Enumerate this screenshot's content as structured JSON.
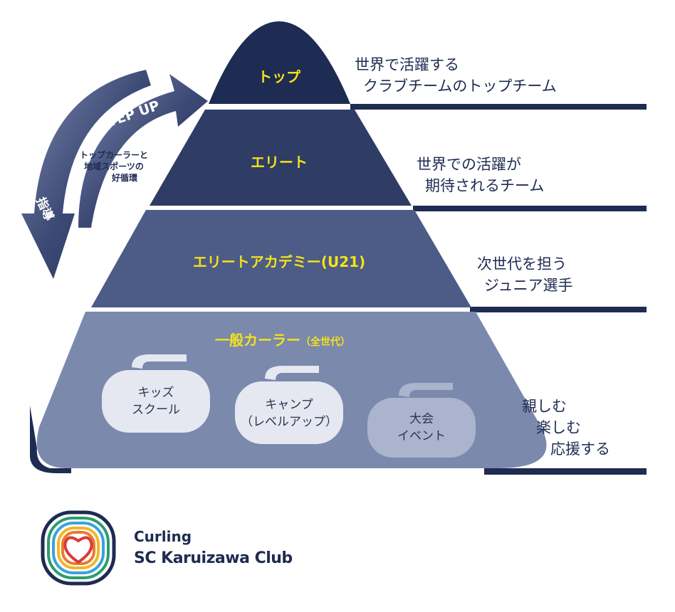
{
  "tiers": [
    {
      "label": "トップ",
      "desc": [
        "世界で活躍する",
        "クラブチームのトップチーム"
      ]
    },
    {
      "label": "エリート",
      "desc": [
        "世界での活躍が",
        "期待されるチーム"
      ]
    },
    {
      "label": "エリートアカデミー(U21)",
      "desc": [
        "次世代を担う",
        "ジュニア選手"
      ]
    },
    {
      "label": "一般カーラー",
      "label_suffix": "（全世代）",
      "desc": [
        "親しむ",
        "楽しむ",
        "応援する"
      ]
    }
  ],
  "stones": [
    {
      "lines": [
        "キッズ",
        "スクール"
      ]
    },
    {
      "lines": [
        "キャンプ",
        "（レベルアップ）"
      ]
    },
    {
      "lines": [
        "大会",
        "イベント"
      ]
    }
  ],
  "arrows": {
    "step_up": "STEP UP",
    "guidance": "指導",
    "note": [
      "トップカーラーと",
      "地域スポーツの",
      "好循環"
    ]
  },
  "logo": {
    "line1": "Curling",
    "line2": "SC Karuizawa Club"
  },
  "colors": {
    "tier1": "#1e2b52",
    "tier2": "#2e3c66",
    "tier3": "#4c5c87",
    "tier4": "#7b89ad",
    "label": "#f4e21a",
    "stone_light": "#e5e8f0",
    "stone_dark": "#aab4cc",
    "rule": "#1e2b52"
  }
}
